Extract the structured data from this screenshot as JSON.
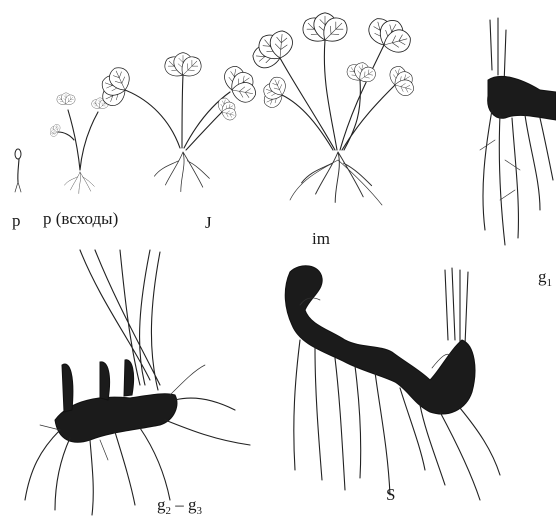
{
  "figure": {
    "stages": [
      {
        "id": "p",
        "label": "p"
      },
      {
        "id": "p-seedlings",
        "label": "p (всходы)"
      },
      {
        "id": "juvenile",
        "label": "J"
      },
      {
        "id": "immature",
        "label": "im"
      },
      {
        "id": "generative-1",
        "label_main": "g",
        "label_sub": "1"
      },
      {
        "id": "generative-2-3",
        "label_main": "g",
        "label_sub_a": "2",
        "label_dash": "–",
        "label_main_b": "g",
        "label_sub_b": "3"
      },
      {
        "id": "senile",
        "label": "S"
      }
    ],
    "colors": {
      "ink": "#1a1a1a",
      "background": "#ffffff"
    },
    "icons": [
      "seedling-drawing",
      "strawberry-leaf-drawing",
      "rhizome-drawing"
    ]
  }
}
